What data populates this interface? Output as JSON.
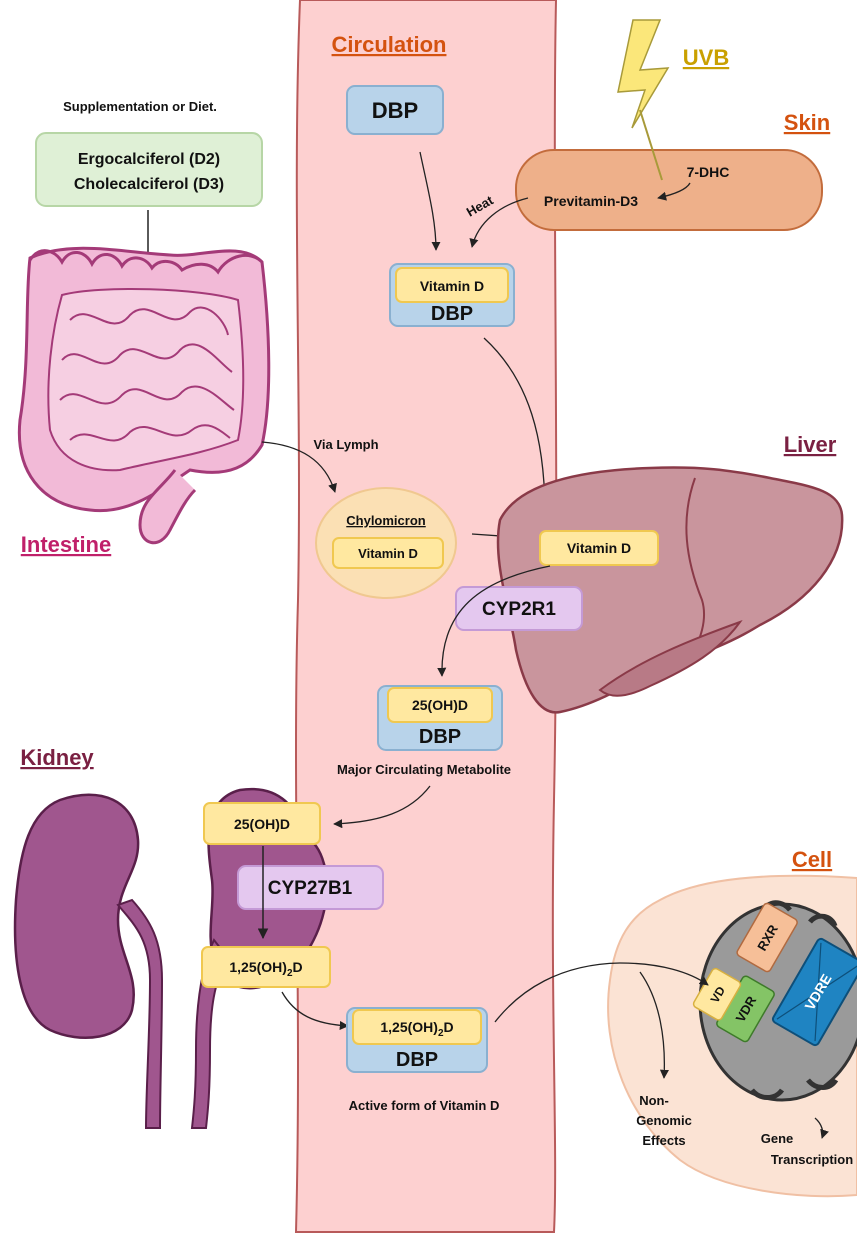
{
  "headings": {
    "circulation": "Circulation",
    "uvb": "UVB",
    "skin": "Skin",
    "liver": "Liver",
    "intestine": "Intestine",
    "kidney": "Kidney",
    "cell": "Cell"
  },
  "supplement": {
    "caption": "Supplementation or Diet.",
    "line1": "Ergocalciferol (D2)",
    "line2": "Cholecalciferol (D3)"
  },
  "skin": {
    "seven_dhc": "7-DHC",
    "previtamin": "Previtamin-D3",
    "heat": "Heat"
  },
  "circulation": {
    "dbp_top": "DBP",
    "vitd_label": "Vitamin D",
    "vitd_dbp": "DBP",
    "via_lymph": "Via Lymph",
    "chylomicron": "Chylomicron",
    "chylo_vitd": "Vitamin D",
    "ohd_label": "25(OH)D",
    "ohd_dbp": "DBP",
    "major_metabolite": "Major Circulating Metabolite",
    "active_base": "1,25(OH)",
    "active_sub": "2",
    "active_tail": "D",
    "active_dbp": "DBP",
    "active_form": "Active form of Vitamin D"
  },
  "liver": {
    "vitd": "Vitamin D",
    "enzyme": "CYP2R1"
  },
  "kidney": {
    "ohd": "25(OH)D",
    "enzyme": "CYP27B1",
    "product_base": "1,25(OH)",
    "product_sub": "2",
    "product_tail": "D"
  },
  "cell": {
    "rxr": "RXR",
    "vdre": "VDRE",
    "vdr": "VDR",
    "vd": "VD",
    "non_genomic_1": "Non-",
    "non_genomic_2": "Genomic",
    "non_genomic_3": "Effects",
    "gene_1": "Gene",
    "gene_2": "Transcription"
  },
  "colors": {
    "circulation_fill": "#fdd0d0",
    "circulation_stroke": "#b85a5a",
    "heading_orange": "#d4520f",
    "heading_gold": "#c9a000",
    "heading_magenta": "#c0206a",
    "heading_plum": "#7a2042",
    "dbp_blue": "#b8d3ea",
    "vitd_yellow": "#ffe8a0",
    "enzyme_purple": "#e4c8ef",
    "supp_green": "#dff0d6",
    "skin_fill": "#eeb08a",
    "liver_fill": "#c9959d",
    "intestine_fill": "#f2bad7",
    "kidney_fill": "#a0568e",
    "cell_fill": "#fbe3d4"
  }
}
